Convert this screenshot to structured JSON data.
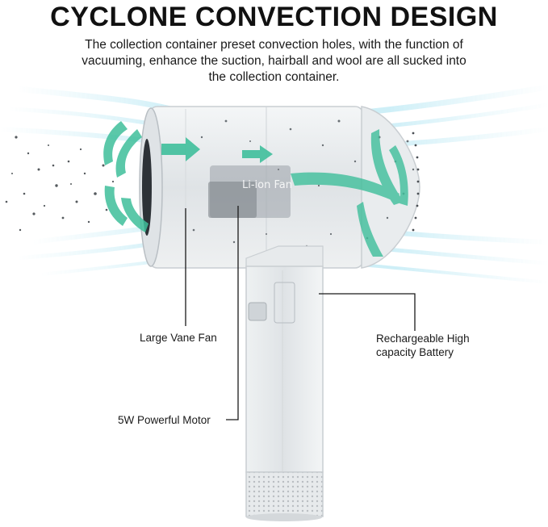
{
  "header": {
    "title": "CYCLONE CONVECTION DESIGN",
    "description_lines": [
      "The collection container preset convection holes, with the function of",
      "vacuuming, enhance the suction, hairball and wool are all sucked into",
      "the collection container."
    ]
  },
  "callouts": {
    "vane_fan": "Large Vane Fan",
    "motor": "5W Powerful Motor",
    "battery_line1": "Rechargeable High",
    "battery_line2": "capacity Battery"
  },
  "device": {
    "body_text": "Li-ion Fan"
  },
  "colors": {
    "arrow": "#3fbf9b",
    "airflow": "#9fe0ef",
    "body": "#e4e7e9"
  }
}
